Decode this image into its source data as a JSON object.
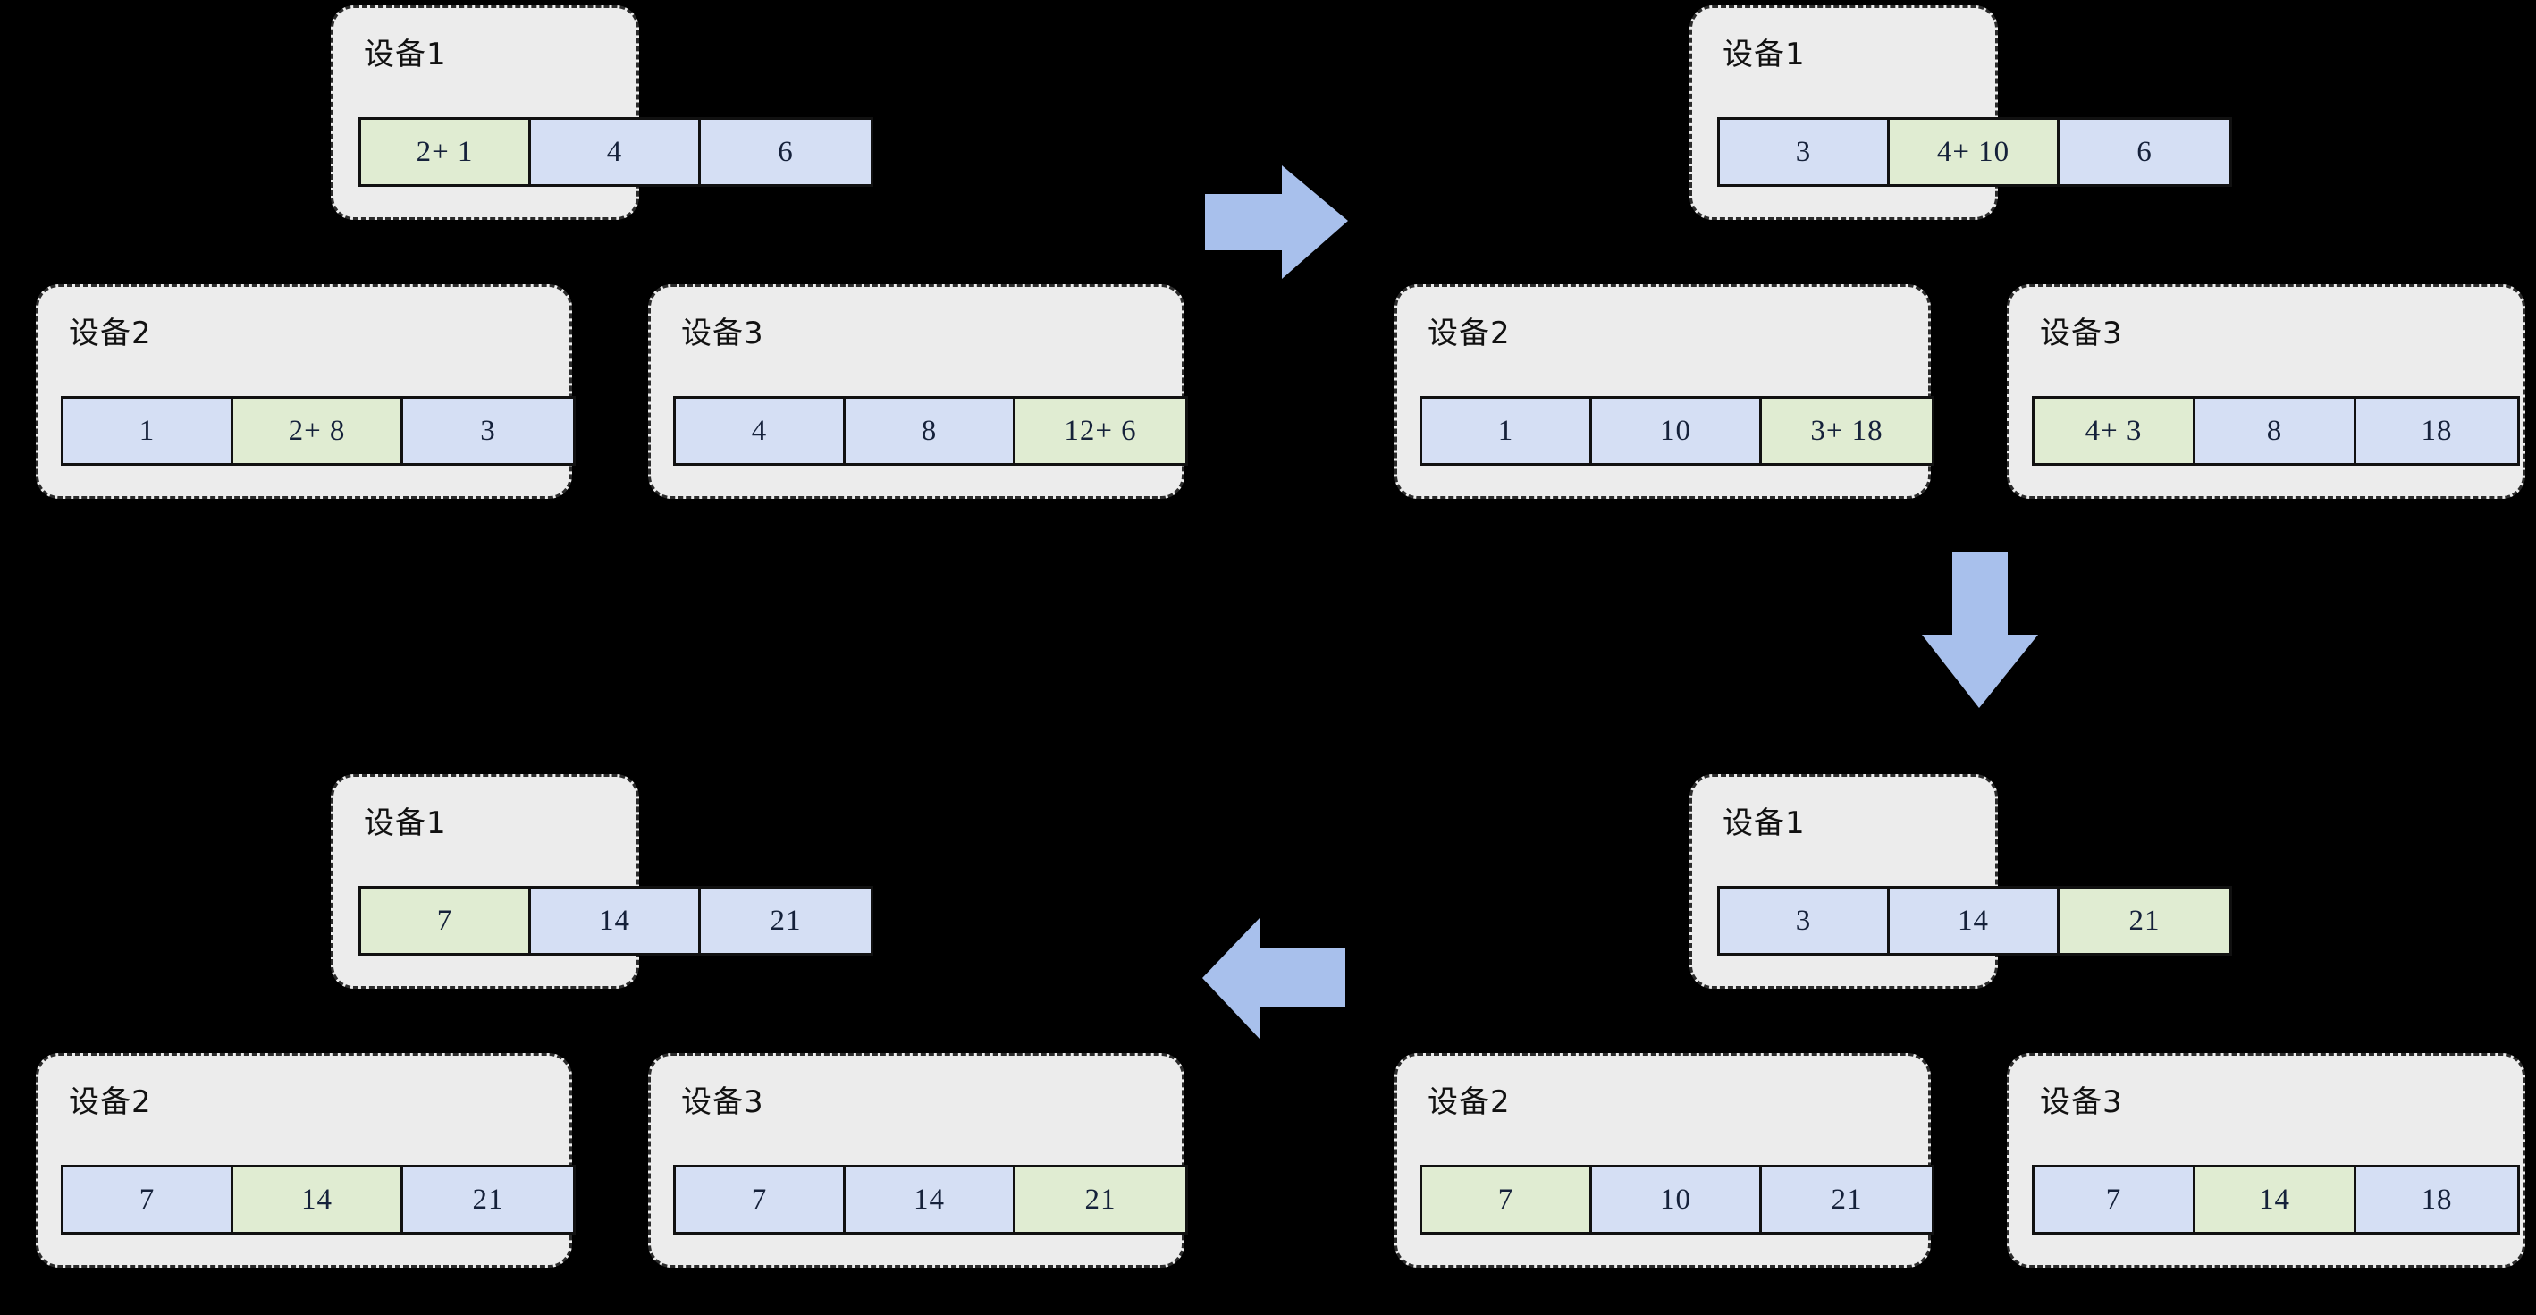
{
  "palette": {
    "background": "#000000",
    "card_fill": "#ececec",
    "card_border": "#2b2b2b",
    "cell_blue": "#d5dff4",
    "cell_green": "#e0ecd2",
    "cell_border": "#111111",
    "big_arrow": "#a8c0ec",
    "connector": "#000000"
  },
  "stages": [
    {
      "id": "stage-1",
      "position": "top-left",
      "devices": [
        {
          "name": "device-1",
          "title": "设备1",
          "cells": [
            {
              "value": "2+ 1",
              "color": "green"
            },
            {
              "value": "4",
              "color": "blue"
            },
            {
              "value": "6",
              "color": "blue"
            }
          ]
        },
        {
          "name": "device-2",
          "title": "设备2",
          "cells": [
            {
              "value": "1",
              "color": "blue"
            },
            {
              "value": "2+ 8",
              "color": "green"
            },
            {
              "value": "3",
              "color": "blue"
            }
          ]
        },
        {
          "name": "device-3",
          "title": "设备3",
          "cells": [
            {
              "value": "4",
              "color": "blue"
            },
            {
              "value": "8",
              "color": "blue"
            },
            {
              "value": "12+ 6",
              "color": "green"
            }
          ]
        }
      ]
    },
    {
      "id": "stage-2",
      "position": "top-right",
      "devices": [
        {
          "name": "device-1",
          "title": "设备1",
          "cells": [
            {
              "value": "3",
              "color": "blue"
            },
            {
              "value": "4+ 10",
              "color": "green"
            },
            {
              "value": "6",
              "color": "blue"
            }
          ]
        },
        {
          "name": "device-2",
          "title": "设备2",
          "cells": [
            {
              "value": "1",
              "color": "blue"
            },
            {
              "value": "10",
              "color": "blue"
            },
            {
              "value": "3+ 18",
              "color": "green"
            }
          ]
        },
        {
          "name": "device-3",
          "title": "设备3",
          "cells": [
            {
              "value": "4+ 3",
              "color": "green"
            },
            {
              "value": "8",
              "color": "blue"
            },
            {
              "value": "18",
              "color": "blue"
            }
          ]
        }
      ]
    },
    {
      "id": "stage-3",
      "position": "bottom-right",
      "devices": [
        {
          "name": "device-1",
          "title": "设备1",
          "cells": [
            {
              "value": "3",
              "color": "blue"
            },
            {
              "value": "14",
              "color": "blue"
            },
            {
              "value": "21",
              "color": "green"
            }
          ]
        },
        {
          "name": "device-2",
          "title": "设备2",
          "cells": [
            {
              "value": "7",
              "color": "green"
            },
            {
              "value": "10",
              "color": "blue"
            },
            {
              "value": "21",
              "color": "blue"
            }
          ]
        },
        {
          "name": "device-3",
          "title": "设备3",
          "cells": [
            {
              "value": "7",
              "color": "blue"
            },
            {
              "value": "14",
              "color": "green"
            },
            {
              "value": "18",
              "color": "blue"
            }
          ]
        }
      ]
    },
    {
      "id": "stage-4",
      "position": "bottom-left",
      "devices": [
        {
          "name": "device-1",
          "title": "设备1",
          "cells": [
            {
              "value": "7",
              "color": "green"
            },
            {
              "value": "14",
              "color": "blue"
            },
            {
              "value": "21",
              "color": "blue"
            }
          ]
        },
        {
          "name": "device-2",
          "title": "设备2",
          "cells": [
            {
              "value": "7",
              "color": "blue"
            },
            {
              "value": "14",
              "color": "green"
            },
            {
              "value": "21",
              "color": "blue"
            }
          ]
        },
        {
          "name": "device-3",
          "title": "设备3",
          "cells": [
            {
              "value": "7",
              "color": "blue"
            },
            {
              "value": "14",
              "color": "blue"
            },
            {
              "value": "21",
              "color": "green"
            }
          ]
        }
      ]
    }
  ],
  "transitions": [
    {
      "name": "transition-arrow-right-top",
      "direction": "right"
    },
    {
      "name": "transition-arrow-down-right",
      "direction": "down"
    },
    {
      "name": "transition-arrow-left-bottom",
      "direction": "left"
    }
  ]
}
